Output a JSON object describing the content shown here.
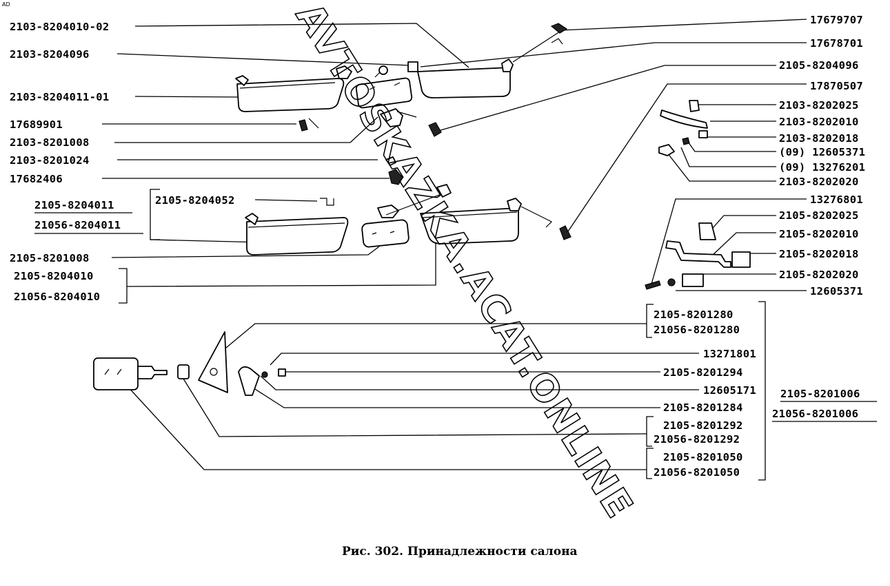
{
  "figure": {
    "caption": "Рис. 302. Принадлежности салона",
    "watermark": "AVTOSKAZKA.ACAT.ONLINE",
    "corner_mark": "AD"
  },
  "labels": {
    "l01": "2103-8204010-02",
    "l02": "2103-8204096",
    "l03": "2103-8204011-01",
    "l04": "17689901",
    "l05": "2103-8201008",
    "l06": "2103-8201024",
    "l07": "17682406",
    "l08": "2105-8204011",
    "l09": "21056-8204011",
    "l10": "2105-8204052",
    "l11": "2105-8201008",
    "l12": "2105-8204010",
    "l13": "21056-8204010",
    "r01": "17679707",
    "r02": "17678701",
    "r03": "2105-8204096",
    "r04": "17870507",
    "r05": "2103-8202025",
    "r06": "2103-8202010",
    "r07": "2103-8202018",
    "r08": "(09) 12605371",
    "r09": "(09) 13276201",
    "r10": "2103-8202020",
    "r11": "13276801",
    "r12": "2105-8202025",
    "r13": "2105-8202010",
    "r14": "2105-8202018",
    "r15": "2105-8202020",
    "r16": "12605371",
    "b01": "2105-8201280",
    "b02": "21056-8201280",
    "b03": "13271801",
    "b04": "2105-8201294",
    "b05": "12605171",
    "b06": "2105-8201284",
    "b07": "2105-8201292",
    "b08": "21056-8201292",
    "b09": "2105-8201050",
    "b10": "21056-8201050",
    "b11": "2105-8201006",
    "b12": "21056-8201006"
  }
}
